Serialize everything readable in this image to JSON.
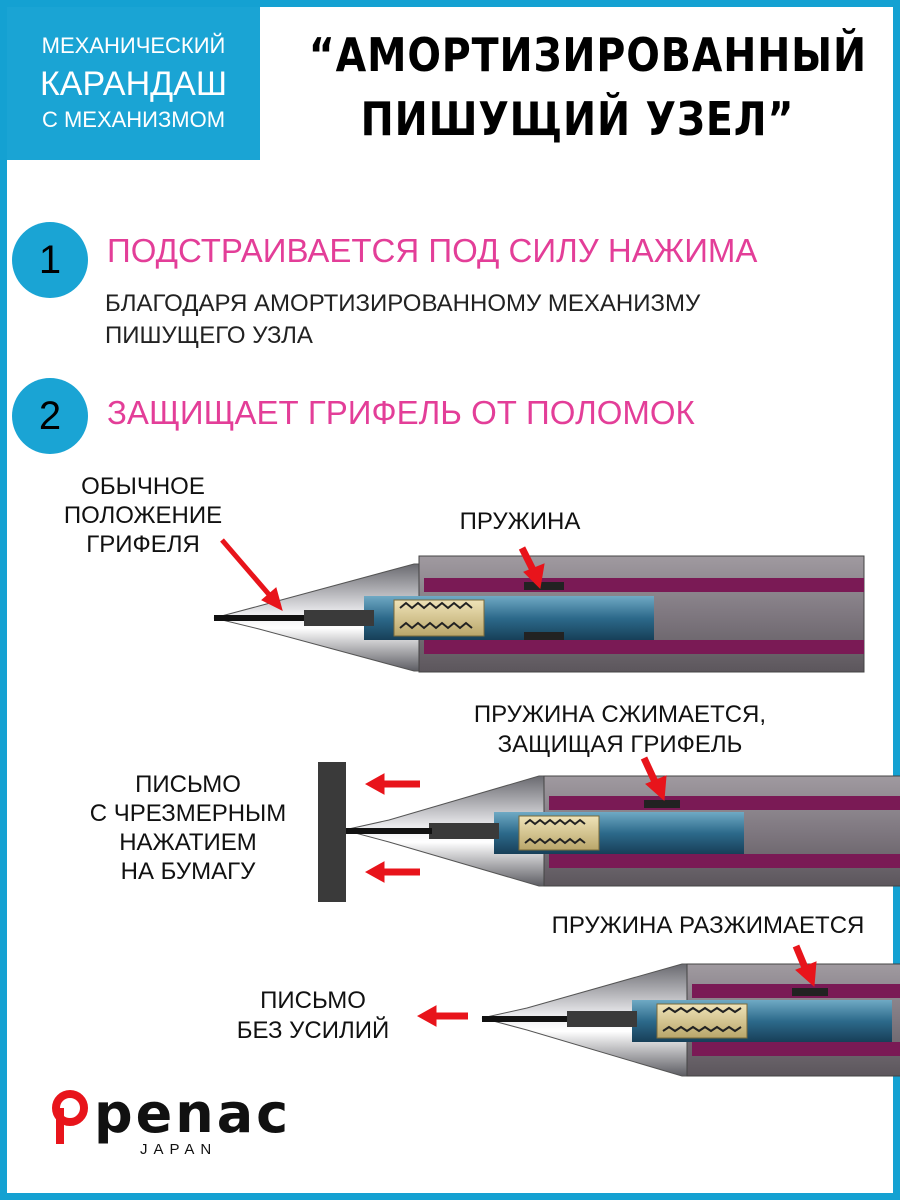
{
  "badge": {
    "line1": "МЕХАНИЧЕСКИЙ",
    "line2": "КАРАНДАШ",
    "line3": "С МЕХАНИЗМОМ"
  },
  "headline": {
    "line1": "“АМОРТИЗИРОВАННЫЙ",
    "line2": "ПИШУЩИЙ УЗЕЛ”"
  },
  "points": [
    {
      "number": "1",
      "title": "ПОДСТРАИВАЕТСЯ ПОД СИЛУ НАЖИМА",
      "desc_line1": "БЛАГОДАРЯ АМОРТИЗИРОВАННОМУ МЕХАНИЗМУ",
      "desc_line2": "ПИШУЩЕГО УЗЛА"
    },
    {
      "number": "2",
      "title": "ЗАЩИЩАЕТ ГРИФЕЛЬ ОТ ПОЛОМОК"
    }
  ],
  "diagrams": [
    {
      "left_label": [
        "ОБЫЧНОЕ",
        "ПОЛОЖЕНИЕ",
        "ГРИФЕЛЯ"
      ],
      "callout": [
        "ПРУЖИНА"
      ]
    },
    {
      "left_label": [
        "ПИСЬМО",
        "С ЧРЕЗМЕРНЫМ",
        "НАЖАТИЕМ",
        "НА БУМАГУ"
      ],
      "callout": [
        "ПРУЖИНА СЖИМАЕТСЯ,",
        "ЗАЩИЩАЯ ГРИФЕЛЬ"
      ]
    },
    {
      "left_label": [
        "ПИСЬМО",
        "БЕЗ УСИЛИЙ"
      ],
      "callout": [
        "ПРУЖИНА РАЗЖИМАЕТСЯ"
      ]
    }
  ],
  "brand": {
    "name": "penac",
    "country": "JAPAN"
  },
  "colors": {
    "accent_blue": "#1aa4d4",
    "pink": "#e33e98",
    "arrow_red": "#e8141b",
    "barrel_purple": "#7a1a55"
  }
}
